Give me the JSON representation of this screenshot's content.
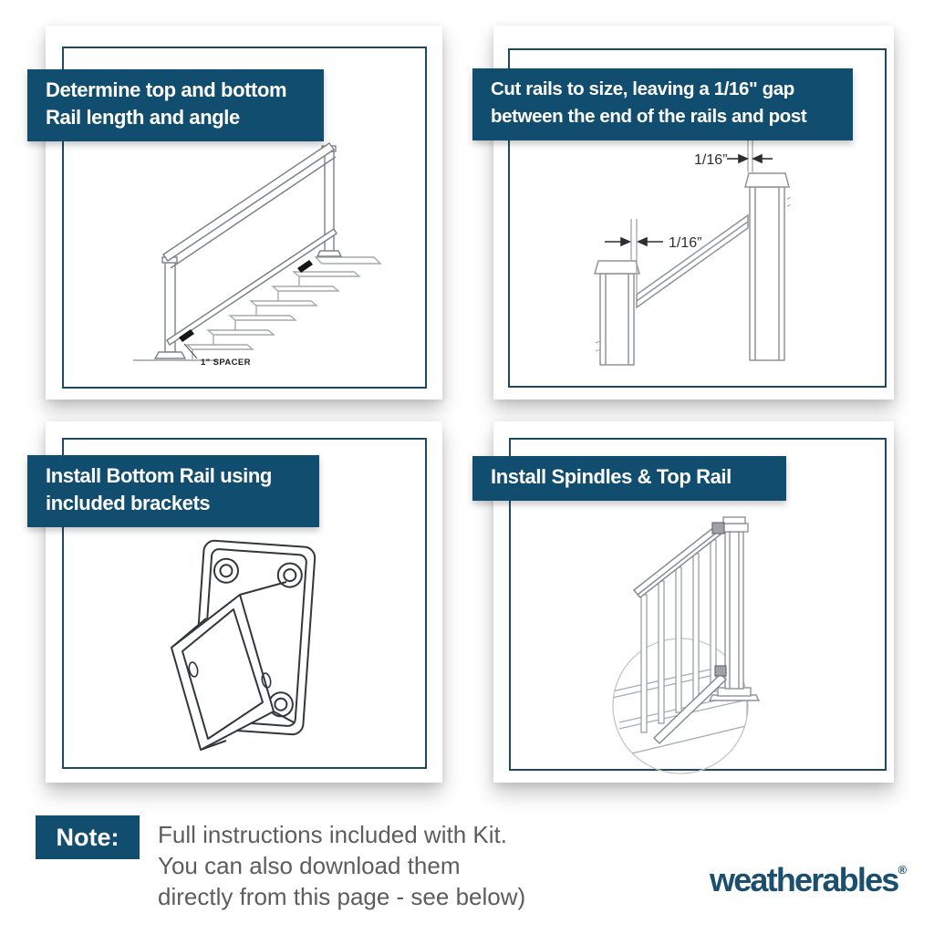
{
  "colors": {
    "teal_header": "#114d6e",
    "panel_border": "#1d4a61",
    "note_text_gray": "#5d5d5f",
    "logo_teal": "#1b4f6e",
    "line_art_gray": "#9aa0a5"
  },
  "panels": [
    {
      "title": "Determine top and bottom\nRail length and angle",
      "figure": "stair-railing-overview",
      "spacer_label": "1\" SPACER"
    },
    {
      "title": "Cut rails to size, leaving a 1/16\" gap\nbetween the end of the rails and post",
      "figure": "rail-gap-diagram",
      "dim_upper": "1/16”",
      "dim_lower": "1/16”"
    },
    {
      "title": "Install Bottom Rail using\nincluded brackets",
      "figure": "rail-bracket"
    },
    {
      "title": "Install Spindles & Top Rail",
      "figure": "spindles-top-rail"
    }
  ],
  "note": {
    "label": "Note:",
    "lines": [
      "Full instructions included with Kit.",
      "You can also download them",
      "directly from this page - see below)"
    ]
  },
  "brand": {
    "name": "weatherables",
    "mark": "®"
  }
}
